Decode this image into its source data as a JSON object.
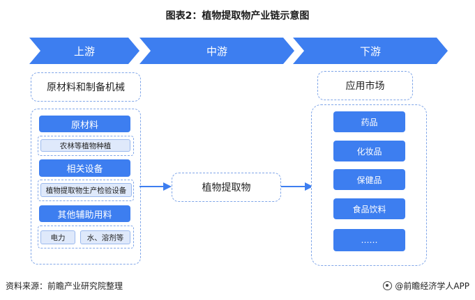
{
  "title": "图表2：植物提取物产业链示意图",
  "stages": {
    "upstream": "上游",
    "midstream": "中游",
    "downstream": "下游"
  },
  "upstream": {
    "header": "原材料和制备机械",
    "groups": [
      {
        "label": "原材料",
        "items": [
          "农林等植物种植"
        ]
      },
      {
        "label": "相关设备",
        "items": [
          "植物提取物生产检验设备"
        ]
      },
      {
        "label": "其他辅助用料",
        "items": [
          "电力",
          "水、溶剂等"
        ]
      }
    ]
  },
  "midstream": {
    "label": "植物提取物"
  },
  "downstream": {
    "header": "应用市场",
    "items": [
      "药品",
      "化妆品",
      "保健品",
      "食品饮料",
      "……"
    ]
  },
  "footer": {
    "source": "资料来源：前瞻产业研究院整理",
    "brand": "@前瞻经济学人APP"
  },
  "colors": {
    "stage_blue": "#3d7ef0",
    "item_blue": "#3d7ef0",
    "light_item_bg": "#dfe9fb",
    "dash_border": "#7fa5e8"
  }
}
